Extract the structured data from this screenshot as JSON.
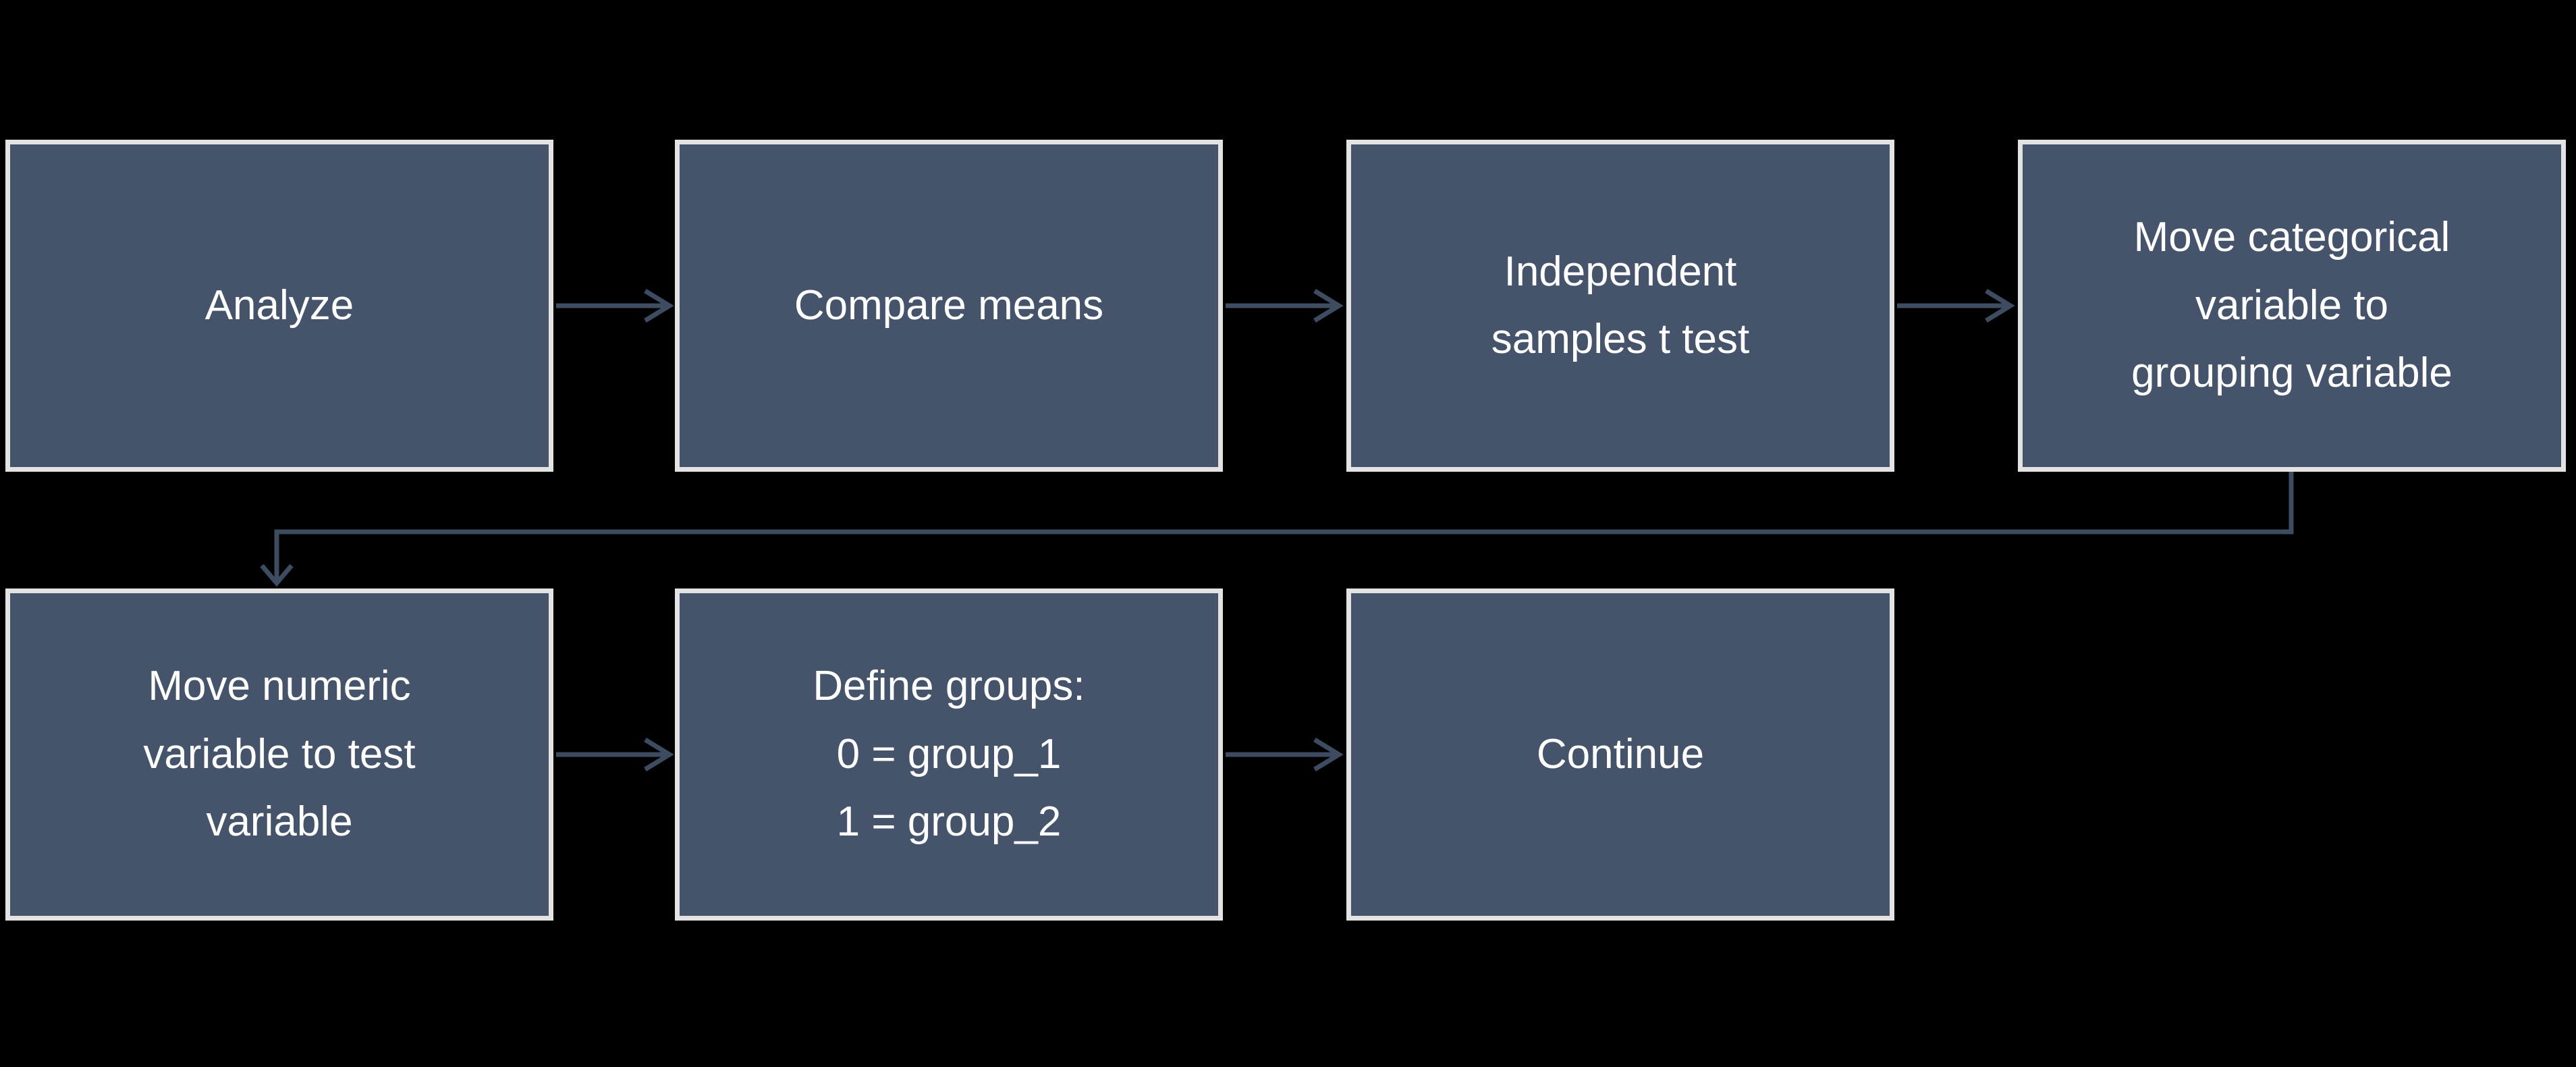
{
  "background_color": "#000000",
  "theme": {
    "box_fill": "#46546B",
    "box_border": "#E4E3E3",
    "text_color": "#FFFFFF",
    "connector_color": "#3E4C62"
  },
  "diagram": {
    "type": "flowchart",
    "boxes": [
      {
        "id": "analyze",
        "label": "Analyze"
      },
      {
        "id": "compare-means",
        "label": "Compare means"
      },
      {
        "id": "independent-samples-t-test",
        "label": "Independent\nsamples t test"
      },
      {
        "id": "move-categorical-variable",
        "label": "Move categorical\nvariable to\ngrouping variable"
      },
      {
        "id": "move-numeric-variable",
        "label": "Move numeric\nvariable to test\nvariable"
      },
      {
        "id": "define-groups",
        "label": "Define groups:\n0 = group_1\n1 = group_2"
      },
      {
        "id": "continue",
        "label": "Continue"
      }
    ],
    "connections": [
      {
        "from": "analyze",
        "to": "compare-means",
        "style": "straight-arrow"
      },
      {
        "from": "compare-means",
        "to": "independent-samples-t-test",
        "style": "straight-arrow"
      },
      {
        "from": "independent-samples-t-test",
        "to": "move-categorical-variable",
        "style": "straight-arrow"
      },
      {
        "from": "move-categorical-variable",
        "to": "move-numeric-variable",
        "style": "elbow-arrow"
      },
      {
        "from": "move-numeric-variable",
        "to": "define-groups",
        "style": "straight-arrow"
      },
      {
        "from": "define-groups",
        "to": "continue",
        "style": "straight-arrow"
      }
    ]
  }
}
